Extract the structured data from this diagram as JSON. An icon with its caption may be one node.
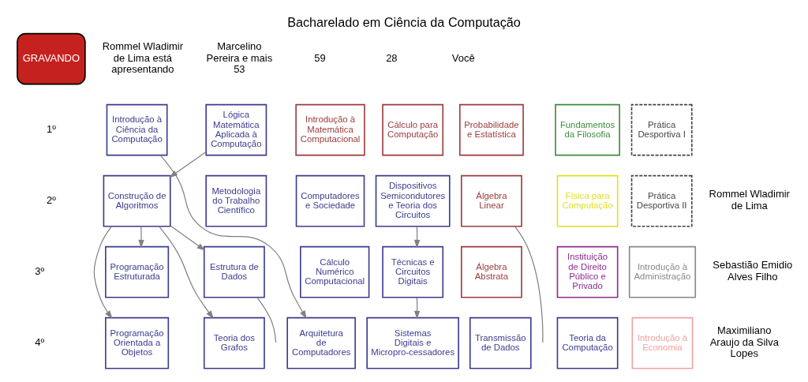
{
  "diagram": {
    "title": "Bacharelado em Ciência da Computação",
    "nodes": [
      {
        "text": [
          "Introdução à Ciência da Computação"
        ]
      },
      {
        "text": [
          "Lógica Matemática Aplicada à Computação"
        ]
      },
      {
        "text": [
          "Introdução à Matemática Computacional"
        ]
      },
      {
        "text": [
          "Cálculo para Computação"
        ]
      },
      {
        "text": [
          "Probabilidade e Estatística"
        ]
      },
      {
        "text": [
          "Fundamentos da Filosofia"
        ]
      },
      {
        "text": [
          "Prática Desportiva I"
        ]
      },
      {
        "text": [
          "Construção de Algoritmos"
        ]
      },
      {
        "text": [
          "Metodologia do Trabalho Científico"
        ]
      },
      {
        "text": [
          "Computadores e Sociedade"
        ]
      },
      {
        "text": [
          "Dispositivos Semicondutores e Teoria dos Circuitos"
        ]
      },
      {
        "text": [
          "Álgebra Linear"
        ]
      },
      {
        "text": [
          "Física para Computação"
        ]
      },
      {
        "text": [
          "Prática Desportiva II"
        ]
      },
      {
        "text": [
          "Programação Estruturada"
        ]
      },
      {
        "text": [
          "Estrutura de Dados"
        ]
      },
      {
        "text": [
          "Cálculo Numérico Computacional"
        ]
      },
      {
        "text": [
          "Técnicas e Circuitos Digitais"
        ]
      },
      {
        "text": [
          "Álgebra Abstrata"
        ]
      },
      {
        "text": [
          "Instituição de Direito Público e Privado"
        ]
      },
      {
        "text": [
          "Introdução à Administração"
        ]
      },
      {
        "text": [
          "Programação Orientada a Objetos"
        ]
      },
      {
        "text": [
          "Teoria dos Grafos"
        ]
      },
      {
        "text": [
          "Arquitetura de Computadores"
        ]
      },
      {
        "text": [
          "Sistemas Digitais e Micropro-cessadores"
        ]
      },
      {
        "text": [
          "Transmissão de Dados"
        ]
      },
      {
        "text": [
          "Teoria da Computação"
        ]
      },
      {
        "text": [
          "Introdução à Economia"
        ]
      }
    ],
    "edges": [
      {
        "from": 0,
        "to": 23,
        "arrow": "to"
      },
      {
        "from": 1,
        "to": 7,
        "arrow": "to"
      },
      {
        "from": 7,
        "to": 14,
        "arrow": "to"
      },
      {
        "from": 7,
        "to": 15,
        "arrow": "to"
      },
      {
        "from": 7,
        "to": 21,
        "arrow": "to"
      },
      {
        "from": 7,
        "to": 22,
        "arrow": "to"
      },
      {
        "from": 10,
        "to": 17,
        "arrow": "to"
      },
      {
        "from": 17,
        "to": 24,
        "arrow": "to"
      },
      {
        "from": 11,
        "to": null,
        "arrow": "none"
      },
      {
        "from": 15,
        "to": null,
        "arrow": "none"
      }
    ],
    "labels": [
      "GRAVANDO",
      "Rommel Wladimir de Lima está apresentando",
      "Marcelino Pereira e mais 53",
      "59",
      "28",
      "Você",
      "1º",
      "2º",
      "3º",
      "4º",
      "Rommel Wladimir de Lima",
      "Sebastião Emidio Alves Filho",
      "Maximiliano Araujo da Silva Lopes"
    ]
  }
}
